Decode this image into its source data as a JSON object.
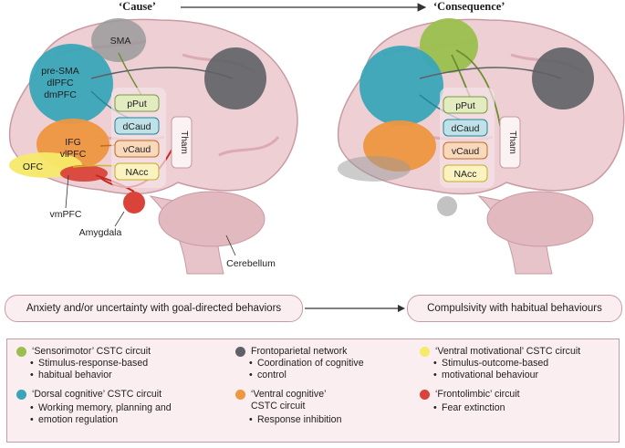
{
  "header": {
    "cause": "‘Cause’",
    "consequence": "‘Consequence’"
  },
  "left_brain": {
    "labels": {
      "sma": "SMA",
      "presma": "pre-SMA",
      "dlpfc": "dlPFC",
      "dmpfc": "dmPFC",
      "ifg": "IFG",
      "vlpfc": "vlPFC",
      "ofc": "OFC",
      "vmpfc": "vmPFC",
      "amygdala": "Amygdala",
      "cerebellum": "Cerebellum"
    }
  },
  "striatum": {
    "pput": "pPut",
    "dcaud": "dCaud",
    "vcaud": "vCaud",
    "nacc": "NAcc",
    "tham": "Tham"
  },
  "bottom": {
    "cause_text": "Anxiety and/or uncertainty with goal-directed behaviors",
    "consequence_text": "Compulsivity with habitual behaviours"
  },
  "legend": {
    "sensorimotor": {
      "title": "‘Sensorimotor’ CSTC circuit",
      "desc1": "Stimulus-response-based",
      "desc2": "habitual behavior",
      "color": "#9bbf4e"
    },
    "dorsal": {
      "title": "‘Dorsal cognitive’ CSTC circuit",
      "desc1": "Working memory, planning and",
      "desc2": "emotion regulation",
      "color": "#3aa5b8"
    },
    "frontoparietal": {
      "title": "Frontoparietal network",
      "desc1": "Coordination of cognitive",
      "desc2": "control",
      "color": "#5e6166"
    },
    "ventral_cog": {
      "title1": "‘Ventral cognitive’",
      "title2": "CSTC circuit",
      "desc1": "Response inhibition",
      "color": "#ee9640"
    },
    "ventral_mot": {
      "title": "‘Ventral motivational’ CSTC circuit",
      "desc1": "Stimulus-outcome-based",
      "desc2": "motivational behaviour",
      "color": "#f7e96a"
    },
    "frontolimbic": {
      "title": "‘Frontolimbic’ circuit",
      "desc1": "Fear extinction",
      "color": "#d9433a"
    }
  }
}
